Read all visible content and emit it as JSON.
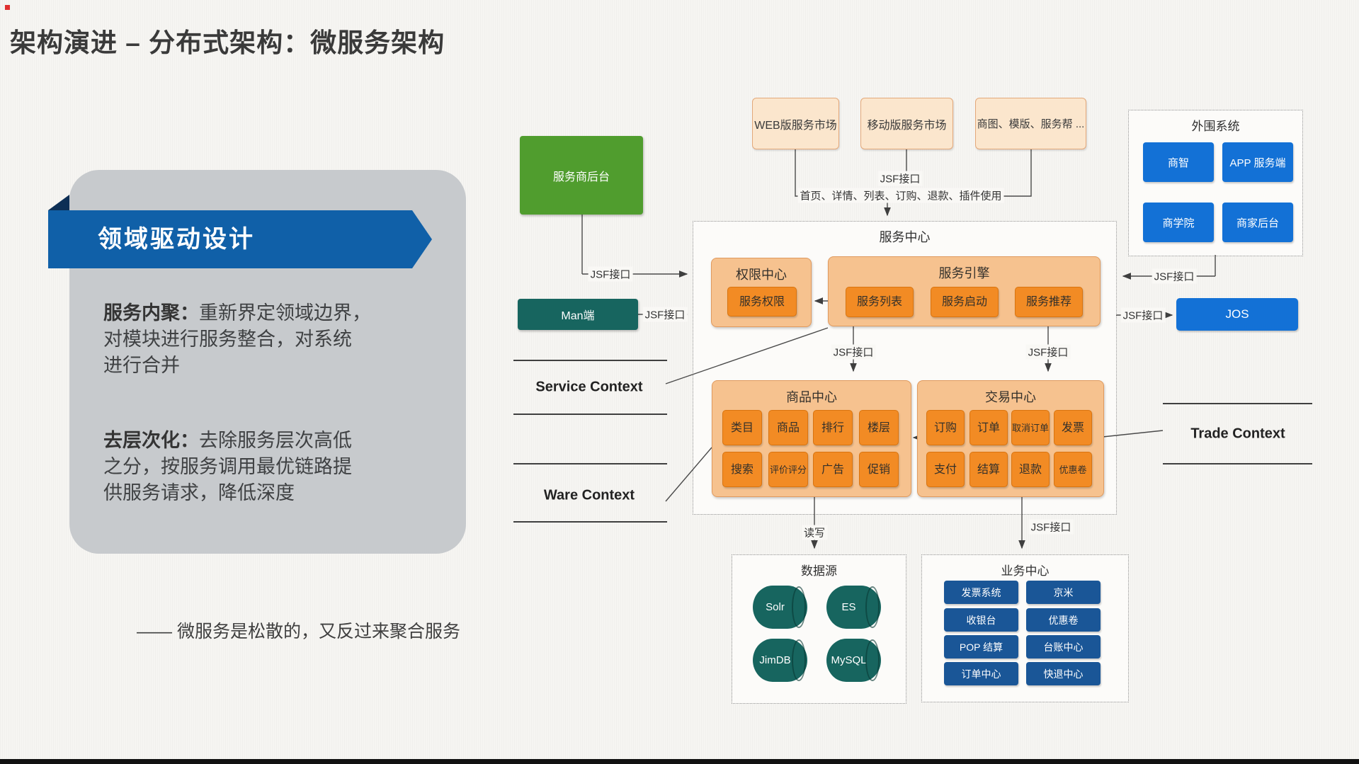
{
  "slide": {
    "title": "架构演进 – 分布式架构：微服务架构",
    "quote": "—— 微服务是松散的，又反过来聚合服务"
  },
  "panel": {
    "banner": "领域驱动设计",
    "para1": {
      "lead": "服务内聚：",
      "line1": "重新界定领域边界，",
      "line2": "对模块进行服务整合，对系统",
      "line3": "进行合并"
    },
    "para2": {
      "lead": "去层次化：",
      "line1": "去除服务层次高低",
      "line2": "之分，按服务调用最优链路提",
      "line3": "供服务请求，降低深度"
    }
  },
  "labels": {
    "jsf": "JSF接口",
    "pages": "首页、详情、列表、订购、退款、插件使用",
    "read_write": "读写",
    "service_context": "Service Context",
    "ware_context": "Ware Context",
    "trade_context": "Trade Context"
  },
  "nodes": {
    "seller_backend": "服务商后台",
    "man": "Man端",
    "top_boxes": [
      "WEB版服务市场",
      "移动版服务市场",
      "商图、模版、服务帮 ..."
    ],
    "peripheral": {
      "title": "外围系统",
      "items": [
        "商智",
        "APP 服务端",
        "商学院",
        "商家后台"
      ]
    },
    "service_center": "服务中心",
    "auth": {
      "title": "权限中心",
      "items": [
        "服务权限"
      ]
    },
    "engine": {
      "title": "服务引擎",
      "items": [
        "服务列表",
        "服务启动",
        "服务推荐"
      ]
    },
    "product": {
      "title": "商品中心",
      "items": [
        "类目",
        "商品",
        "排行",
        "楼层",
        "搜索",
        "评价评分",
        "广告",
        "促销"
      ]
    },
    "trade": {
      "title": "交易中心",
      "items": [
        "订购",
        "订单",
        "取消订单",
        "发票",
        "支付",
        "结算",
        "退款",
        "优惠卷"
      ]
    },
    "datasource": {
      "title": "数据源",
      "items": [
        "Solr",
        "ES",
        "JimDB",
        "MySQL"
      ]
    },
    "business": {
      "title": "业务中心",
      "items": [
        "发票系统",
        "京米",
        "收银台",
        "优惠卷",
        "POP 结算",
        "台账中心",
        "订单中心",
        "快退中心"
      ]
    },
    "jos": "JOS"
  },
  "colors": {
    "banner_blue": "#1060a8",
    "fold_navy": "#0d2f55",
    "panel_gray": "#c7cacd",
    "green": "#509d2e",
    "teal": "#17655f",
    "orange_container": "#f6c28f",
    "orange_button": "#f28b24",
    "cream": "#fbe6cd",
    "blue_button": "#1371d6",
    "dark_blue_button": "#1a5697",
    "line": "#3f3f3f"
  }
}
